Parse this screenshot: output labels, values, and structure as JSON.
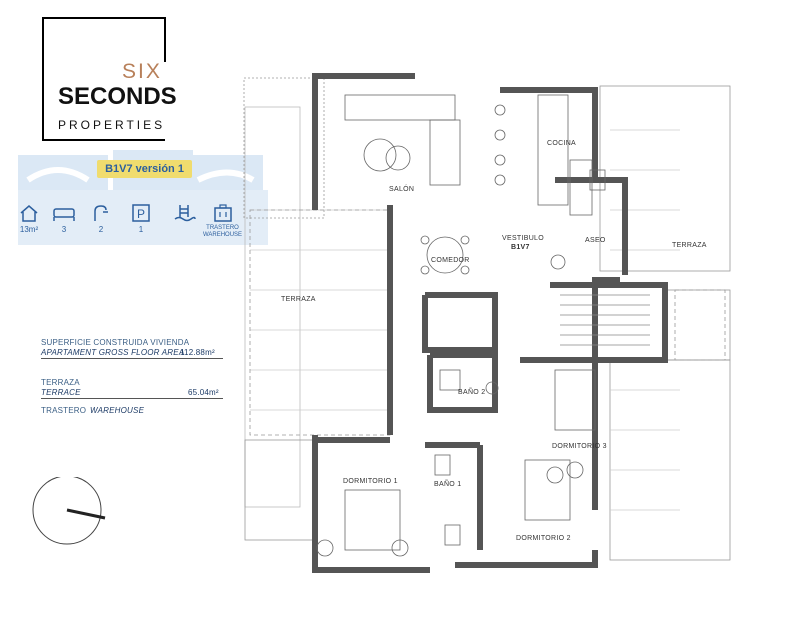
{
  "logo": {
    "line1": "SIX",
    "line2": "SECONDS",
    "line3": "PROPERTIES"
  },
  "unit_badge": "B1V7 versión 1",
  "features": [
    {
      "icon": "house-icon",
      "value": "13m²"
    },
    {
      "icon": "bed-icon",
      "value": "3"
    },
    {
      "icon": "shower-icon",
      "value": "2"
    },
    {
      "icon": "parking-icon",
      "value": "1"
    },
    {
      "icon": "pool-icon",
      "value": ""
    },
    {
      "icon": "storage-icon",
      "value": "TRASTERO\nWAREHOUSE"
    }
  ],
  "areas": {
    "built_label_es": "SUPERFICIE CONSTRUIDA VIVIENDA",
    "built_label_en": "APARTAMENT GROSS FLOOR AREA",
    "built_value": "112.88m²",
    "terrace_label_es": "TERRAZA",
    "terrace_label_en": "TERRACE",
    "terrace_value": "65.04m²",
    "storage_label_es": "TRASTERO",
    "storage_label_en": "WAREHOUSE"
  },
  "rooms": {
    "salon": "SALÓN",
    "cocina": "COCINA",
    "aseo": "ASEO",
    "vestibulo": "VESTIBULO",
    "unit": "B1V7",
    "comedor": "COMEDOR",
    "terraza_left": "TERRAZA",
    "terraza_right": "TERRAZA",
    "bano2": "BAÑO 2",
    "dormitorio3": "DORMITORIO 3",
    "dormitorio1": "DORMITORIO 1",
    "bano1": "BAÑO 1",
    "dormitorio2": "DORMITORIO 2"
  },
  "colors": {
    "accent_blue": "#2c5f9e",
    "badge_yellow": "#f0dc6e",
    "wall_gray": "#555555",
    "logo_copper": "#b8805a"
  }
}
